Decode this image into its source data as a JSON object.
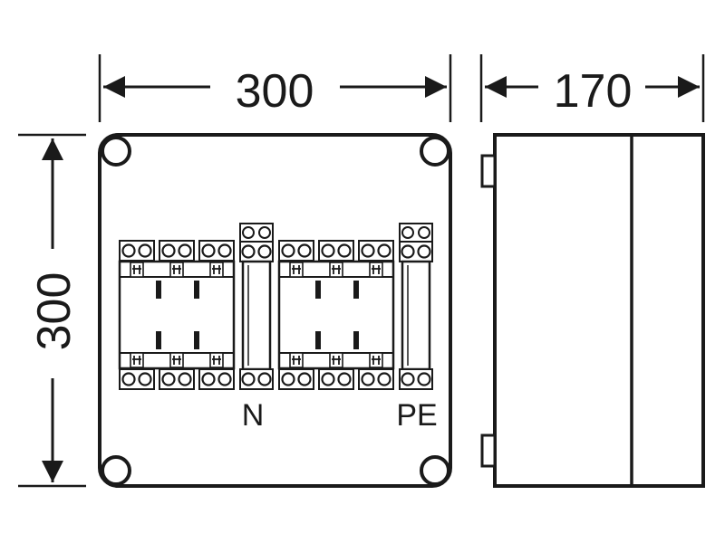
{
  "dimensions": {
    "width": "300",
    "height": "300",
    "depth": "170"
  },
  "terminals": {
    "neutral": "N",
    "earth": "PE"
  },
  "colors": {
    "ink": "#1a1a1a",
    "background": "#ffffff"
  }
}
